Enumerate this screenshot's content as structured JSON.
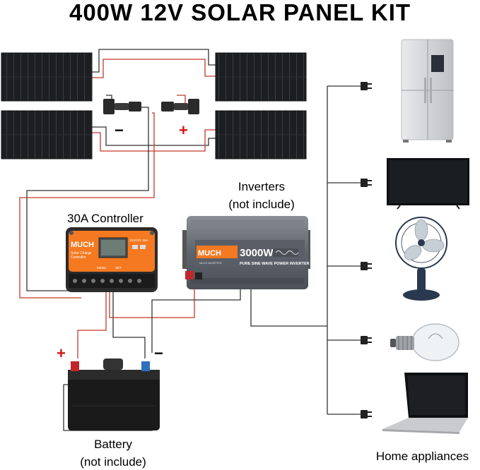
{
  "title": "400W 12V SOLAR PANEL KIT",
  "labels": {
    "controller": "30A Controller",
    "inverter_line1": "Inverters",
    "inverter_line2": "(not include)",
    "battery_line1": "Battery",
    "battery_line2": "(not include)",
    "appliances": "Home appliances"
  },
  "polarity": {
    "negative": "−",
    "positive": "+"
  },
  "controller": {
    "brand": "MUCH",
    "name_line1": "Solar Charge",
    "name_line2": "Controller",
    "spec": "12V/24V 30A",
    "buttons": [
      "MENU",
      "SET"
    ]
  },
  "inverter": {
    "brand": "MUCH",
    "brand_sub": "MUCH INVERTER",
    "power": "3000W",
    "subtitle": "PURE SINE WAVE POWER INVERTER"
  },
  "colors": {
    "wire_red": "#c0392b",
    "wire_black": "#333333",
    "controller_orange": "#f47920",
    "inverter_gray": "#6b7079",
    "panel_dark": "#1f2124"
  },
  "appliances": [
    {
      "icon": "refrigerator-icon"
    },
    {
      "icon": "television-icon"
    },
    {
      "icon": "fan-icon"
    },
    {
      "icon": "light-bulb-icon"
    },
    {
      "icon": "laptop-icon"
    }
  ]
}
